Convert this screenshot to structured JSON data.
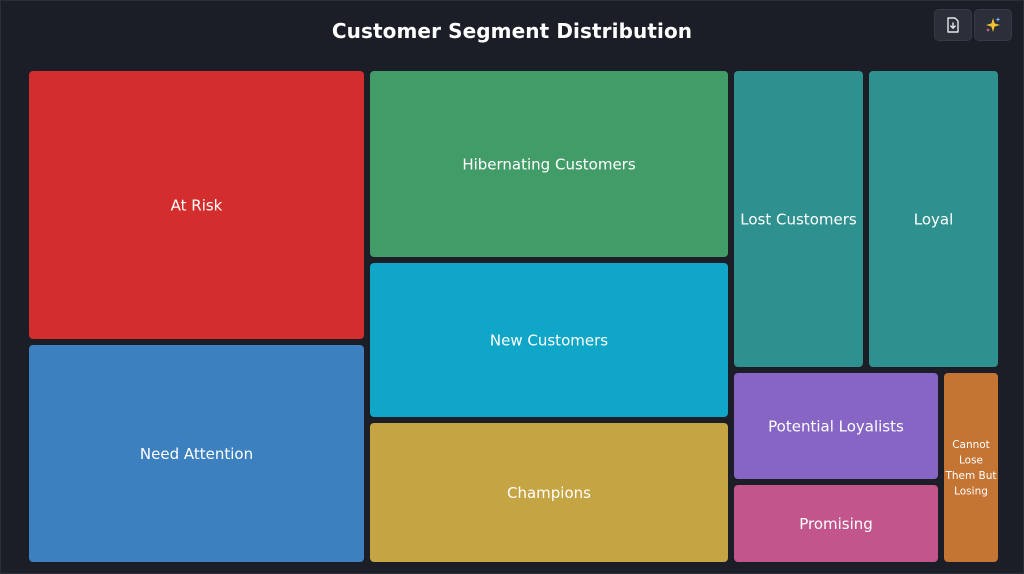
{
  "header": {
    "title": "Customer Segment Distribution"
  },
  "toolbar": {
    "export_icon": "file-download-icon",
    "ai_icon": "sparkles-icon"
  },
  "chart_data": {
    "type": "treemap",
    "title": "Customer Segment Distribution",
    "segments": [
      {
        "name": "At Risk",
        "value": 18,
        "color": "#d32d2d"
      },
      {
        "name": "Need Attention",
        "value": 14.5,
        "color": "#3c80bf"
      },
      {
        "name": "Hibernating Customers",
        "value": 13,
        "color": "#419c68"
      },
      {
        "name": "New Customers",
        "value": 10.8,
        "color": "#0fa6c7"
      },
      {
        "name": "Champions",
        "value": 9.6,
        "color": "#c4a443"
      },
      {
        "name": "Lost Customers",
        "value": 7.3,
        "color": "#2f918f"
      },
      {
        "name": "Loyal",
        "value": 7.3,
        "color": "#2f918f"
      },
      {
        "name": "Potential Loyalists",
        "value": 4.3,
        "color": "#8665c4"
      },
      {
        "name": "Promising",
        "value": 3.3,
        "color": "#c2568c"
      },
      {
        "name": "Cannot Lose Them But Losing",
        "value": 2.5,
        "color": "#c47433"
      }
    ]
  }
}
